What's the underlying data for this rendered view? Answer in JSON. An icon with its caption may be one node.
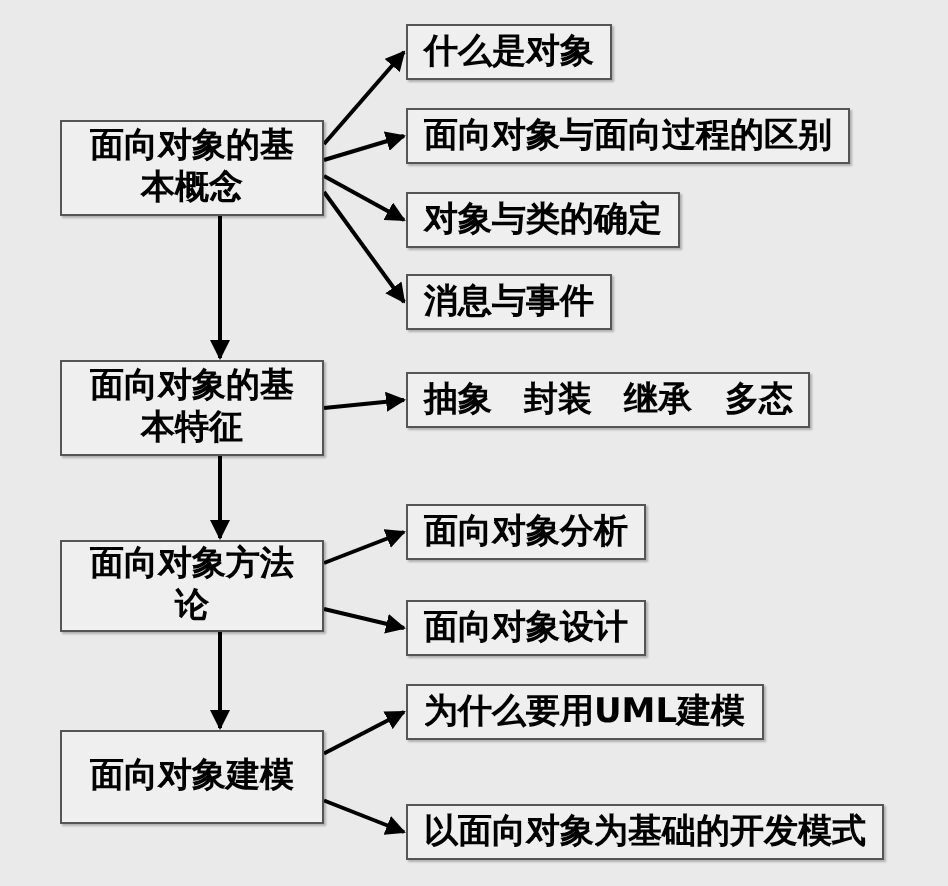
{
  "diagram": {
    "nodes": [
      {
        "text": [
          "面向对象的基本概念"
        ]
      },
      {
        "text": [
          "什么是对象"
        ]
      },
      {
        "text": [
          "面向对象与面向过程的区别"
        ]
      },
      {
        "text": [
          "对象与类的确定"
        ]
      },
      {
        "text": [
          "消息与事件"
        ]
      },
      {
        "text": [
          "面向对象的基本特征"
        ]
      },
      {
        "text": [
          "抽象 封装 继承 多态"
        ]
      },
      {
        "text": [
          "面向对象方法论"
        ]
      },
      {
        "text": [
          "面向对象分析"
        ]
      },
      {
        "text": [
          "面向对象设计"
        ]
      },
      {
        "text": [
          "面向对象建模"
        ]
      },
      {
        "text": [
          "为什么要用UML建模"
        ]
      },
      {
        "text": [
          "以面向对象为基础的开发模式"
        ]
      }
    ],
    "edges": [
      {
        "from": 0,
        "to": 1,
        "arrow": "to"
      },
      {
        "from": 0,
        "to": 2,
        "arrow": "to"
      },
      {
        "from": 0,
        "to": 3,
        "arrow": "to"
      },
      {
        "from": 0,
        "to": 4,
        "arrow": "to"
      },
      {
        "from": 0,
        "to": 5,
        "arrow": "to"
      },
      {
        "from": 5,
        "to": 6,
        "arrow": "to"
      },
      {
        "from": 5,
        "to": 7,
        "arrow": "to"
      },
      {
        "from": 7,
        "to": 8,
        "arrow": "to"
      },
      {
        "from": 7,
        "to": 9,
        "arrow": "to"
      },
      {
        "from": 7,
        "to": 10,
        "arrow": "to"
      },
      {
        "from": 10,
        "to": 11,
        "arrow": "to"
      },
      {
        "from": 10,
        "to": 12,
        "arrow": "to"
      }
    ]
  }
}
